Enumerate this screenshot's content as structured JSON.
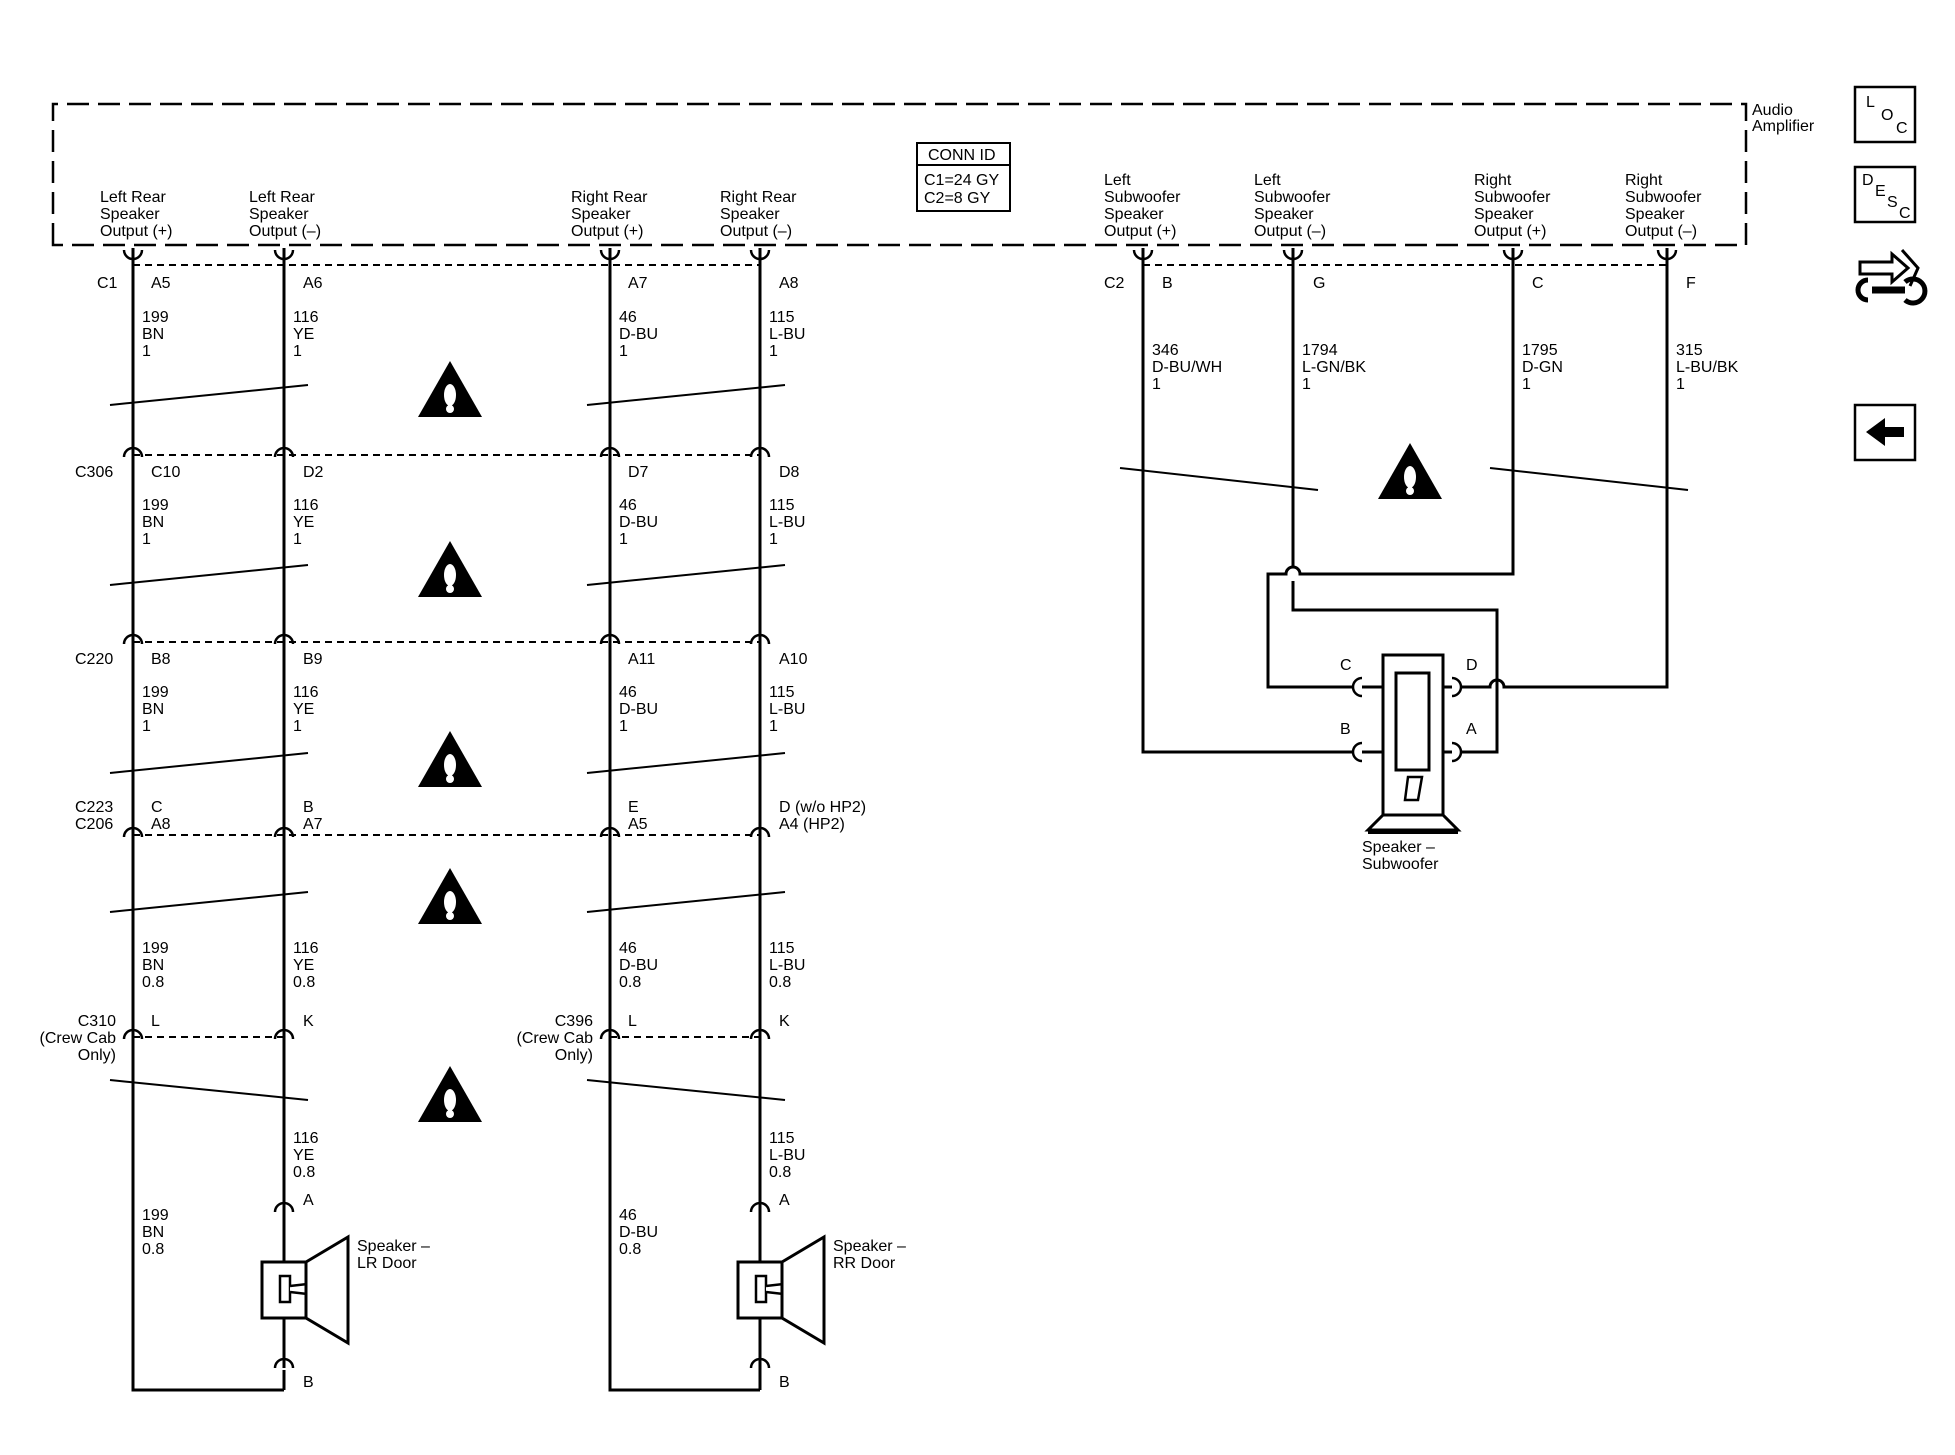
{
  "component": {
    "name_lines": [
      "Audio",
      "Amplifier"
    ]
  },
  "conn_id": {
    "title": "CONN ID",
    "lines": [
      "C1=24 GY",
      "C2=8 GY"
    ]
  },
  "amp_outputs": [
    {
      "lines": [
        "Left Rear",
        "Speaker",
        "Output (+)"
      ]
    },
    {
      "lines": [
        "Left Rear",
        "Speaker",
        "Output (–)"
      ]
    },
    {
      "lines": [
        "Right Rear",
        "Speaker",
        "Output (+)"
      ]
    },
    {
      "lines": [
        "Right Rear",
        "Speaker",
        "Output (–)"
      ]
    },
    {
      "lines": [
        "Left",
        "Subwoofer",
        "Speaker",
        "Output (+)"
      ]
    },
    {
      "lines": [
        "Left",
        "Subwoofer",
        "Speaker",
        "Output (–)"
      ]
    },
    {
      "lines": [
        "Right",
        "Subwoofer",
        "Speaker",
        "Output (+)"
      ]
    },
    {
      "lines": [
        "Right",
        "Subwoofer",
        "Speaker",
        "Output (–)"
      ]
    }
  ],
  "connectors": [
    {
      "id": "C1",
      "pins": [
        "A5",
        "A6",
        "A7",
        "A8"
      ]
    },
    {
      "id": "C306",
      "pins": [
        "C10",
        "D2",
        "D7",
        "D8"
      ]
    },
    {
      "id": "C220",
      "pins": [
        "B8",
        "B9",
        "A11",
        "A10"
      ]
    },
    {
      "id_lines": [
        "C223",
        "C206"
      ],
      "pins": [
        [
          "C",
          "A8"
        ],
        [
          "B",
          "A7"
        ],
        [
          "E",
          "A5"
        ],
        [
          "D (w/o HP2)",
          "A4 (HP2)"
        ]
      ]
    },
    {
      "id_lines": [
        "C310",
        "(Crew Cab",
        "Only)"
      ],
      "pins": [
        "L",
        "K"
      ]
    },
    {
      "id_lines": [
        "C396",
        "(Crew Cab",
        "Only)"
      ],
      "pins": [
        "L",
        "K"
      ]
    },
    {
      "id": "C2",
      "pins": [
        "B",
        "G",
        "C",
        "F"
      ]
    }
  ],
  "wire_groups": [
    {
      "circuits": [
        [
          "199",
          "BN",
          "1"
        ],
        [
          "116",
          "YE",
          "1"
        ],
        [
          "46",
          "D-BU",
          "1"
        ],
        [
          "115",
          "L-BU",
          "1"
        ]
      ]
    },
    {
      "circuits": [
        [
          "199",
          "BN",
          "1"
        ],
        [
          "116",
          "YE",
          "1"
        ],
        [
          "46",
          "D-BU",
          "1"
        ],
        [
          "115",
          "L-BU",
          "1"
        ]
      ]
    },
    {
      "circuits": [
        [
          "199",
          "BN",
          "1"
        ],
        [
          "116",
          "YE",
          "1"
        ],
        [
          "46",
          "D-BU",
          "1"
        ],
        [
          "115",
          "L-BU",
          "1"
        ]
      ]
    },
    {
      "circuits": [
        [
          "199",
          "BN",
          "0.8"
        ],
        [
          "116",
          "YE",
          "0.8"
        ],
        [
          "46",
          "D-BU",
          "0.8"
        ],
        [
          "115",
          "L-BU",
          "0.8"
        ]
      ]
    },
    {
      "circuits": [
        [
          "116",
          "YE",
          "0.8"
        ],
        [
          "115",
          "L-BU",
          "0.8"
        ]
      ]
    },
    {
      "circuits": [
        [
          "199",
          "BN",
          "0.8"
        ],
        [
          "46",
          "D-BU",
          "0.8"
        ]
      ]
    }
  ],
  "sub_wires": [
    [
      "346",
      "D-BU/WH",
      "1"
    ],
    [
      "1794",
      "L-GN/BK",
      "1"
    ],
    [
      "1795",
      "D-GN",
      "1"
    ],
    [
      "315",
      "L-BU/BK",
      "1"
    ]
  ],
  "speakers": {
    "lr_door": {
      "lines": [
        "Speaker –",
        "LR Door"
      ],
      "pins": [
        "A",
        "B"
      ]
    },
    "rr_door": {
      "lines": [
        "Speaker –",
        "RR Door"
      ],
      "pins": [
        "A",
        "B"
      ]
    },
    "subwoofer": {
      "lines": [
        "Speaker –",
        "Subwoofer"
      ],
      "pins": [
        "C",
        "D",
        "B",
        "A"
      ]
    }
  },
  "nav": {
    "loc": [
      "L",
      "O",
      "C"
    ],
    "desc": [
      "D",
      "E",
      "S",
      "C"
    ],
    "diag_icon": "diagnostic-wrench-icon",
    "back_icon": "back-arrow-icon"
  }
}
